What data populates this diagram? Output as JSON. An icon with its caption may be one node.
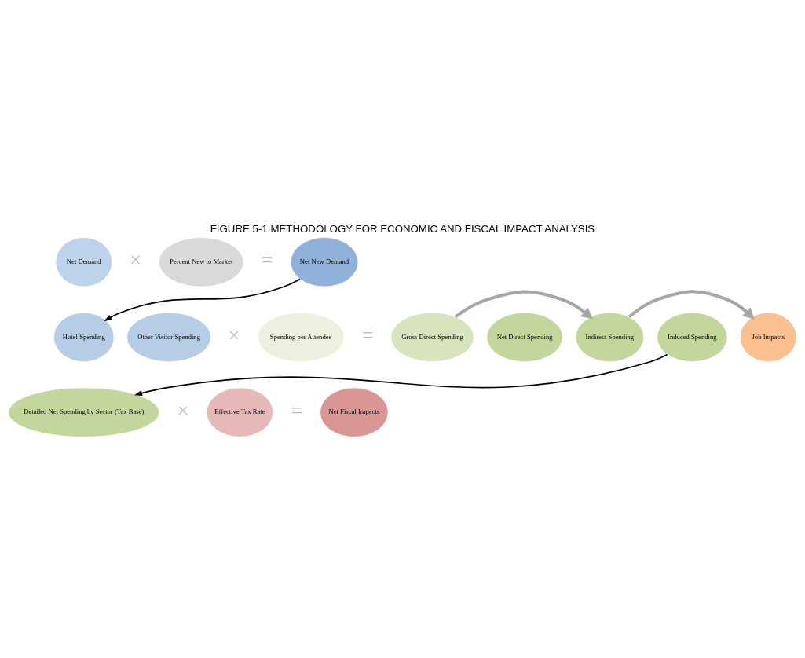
{
  "diagram": {
    "title": "FIGURE 5-1 METHODOLOGY FOR ECONOMIC AND FISCAL IMPACT ANALYSIS",
    "nodes": [
      {
        "text": [
          "Net Demand"
        ]
      },
      {
        "text": [
          "Percent New to Market"
        ]
      },
      {
        "text": [
          "Net New Demand"
        ]
      },
      {
        "text": [
          "Hotel Spending"
        ]
      },
      {
        "text": [
          "Other Visitor Spending"
        ]
      },
      {
        "text": [
          "Spending per Attendee"
        ]
      },
      {
        "text": [
          "Gross Direct Spending"
        ]
      },
      {
        "text": [
          "Net Direct Spending"
        ]
      },
      {
        "text": [
          "Indirect Spending"
        ]
      },
      {
        "text": [
          "Induced Spending"
        ]
      },
      {
        "text": [
          "Job Impacts"
        ]
      },
      {
        "text": [
          "Detailed Net Spending by Sector (Tax Base)"
        ]
      },
      {
        "text": [
          "Effective Tax Rate"
        ]
      },
      {
        "text": [
          "Net Fiscal Impacts"
        ]
      }
    ],
    "edges": [
      {
        "from": 2,
        "to": 3,
        "arrow": "to"
      },
      {
        "from": 6,
        "to": 8,
        "arrow": "to",
        "style": "thick",
        "color": "#a6a6a6"
      },
      {
        "from": 8,
        "to": 10,
        "arrow": "to",
        "style": "thick",
        "color": "#a6a6a6"
      },
      {
        "from": 9,
        "to": 11,
        "arrow": "to"
      }
    ],
    "labels": [
      "×",
      "=",
      "×",
      "=",
      "×",
      "="
    ]
  }
}
